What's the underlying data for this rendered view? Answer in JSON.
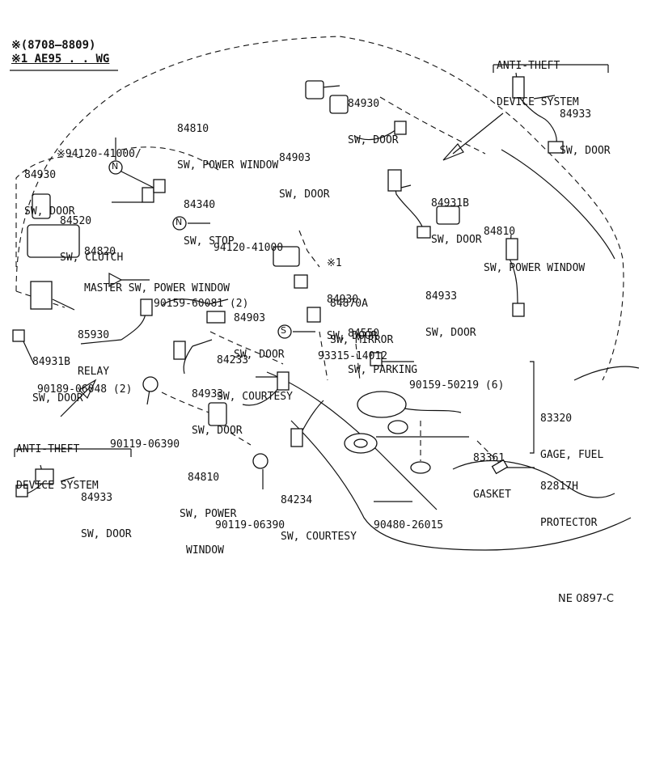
{
  "header": {
    "line1": "※(8708—8809)",
    "line2": "※1 AE95 . . WG"
  },
  "labels": {
    "anti_theft_top_title": "ANTI-THEFT",
    "anti_theft_top_sub": "DEVICE SYSTEM",
    "p84930_a_num": "84930",
    "p84930_a_name": "SW, DOOR",
    "p84933_a_num": "84933",
    "p84933_a_name": "SW, DOOR",
    "p84810_a_num": "84810",
    "p84810_a_name": "SW, POWER WINDOW",
    "p84903_a_num": "84903",
    "p84903_a_name": "SW, DOOR",
    "p94120_a": "※94120-41000/",
    "p84930_b_num": "84930",
    "p84930_b_name": "SW, DOOR",
    "p84340_num": "84340",
    "p84340_name": "SW, STOP",
    "p84931b_a_num": "84931B",
    "p84931b_a_name": "SW, DOOR",
    "p84520_num": "84520",
    "p84520_name": "SW, CLUTCH",
    "p84810_b_num": "84810",
    "p84810_b_name": "SW, POWER WINDOW",
    "p94120_b": "94120-41000",
    "p84820_num": "84820",
    "p84820_name": "MASTER SW, POWER WINDOW",
    "p84930_c_mark": "※1",
    "p84930_c_num": "84930",
    "p84930_c_name": "SW, DOOR",
    "p84933_b_num": "84933",
    "p84933_b_name": "SW, DOOR",
    "p90159_a": "90159-60081 (2)",
    "p84870a_num": "84870A",
    "p84870a_name": "SW, MIRROR",
    "p84903_b_num": "84903",
    "p84903_b_name": "SW, DOOR",
    "p85930_num": "85930",
    "p85930_name": "RELAY",
    "p84550_num": "84550",
    "p84550_name": "SW, PARKING",
    "p84931b_b_num": "84931B",
    "p84931b_b_name": "SW, DOOR",
    "p93315": "93315-14012",
    "p84233_num": "84233",
    "p84233_name": "SW, COURTESY",
    "p90189": "90189-06048 (2)",
    "p90159_b": "90159-50219 (6)",
    "p84933_c_num": "84933",
    "p84933_c_name": "SW, DOOR",
    "p83320_num": "83320",
    "p83320_name": "GAGE, FUEL",
    "anti_theft_bot_title": "ANTI-THEFT",
    "anti_theft_bot_sub": "DEVICE SYSTEM",
    "p90119_a": "90119-06390",
    "p83361_num": "83361",
    "p83361_name": "GASKET",
    "p84810_c_num": "84810",
    "p84810_c_name1": "SW, POWER",
    "p84810_c_name2": "WINDOW",
    "p82817h_num": "82817H",
    "p82817h_name": "PROTECTOR",
    "p84933_d_num": "84933",
    "p84933_d_name": "SW, DOOR",
    "p84234_num": "84234",
    "p84234_name": "SW, COURTESY",
    "p90119_b": "90119-06390",
    "p90480": "90480-26015",
    "diagram_code": "NE 0897-C"
  },
  "symbols": {
    "n_mark": "N",
    "s_mark": "S"
  }
}
